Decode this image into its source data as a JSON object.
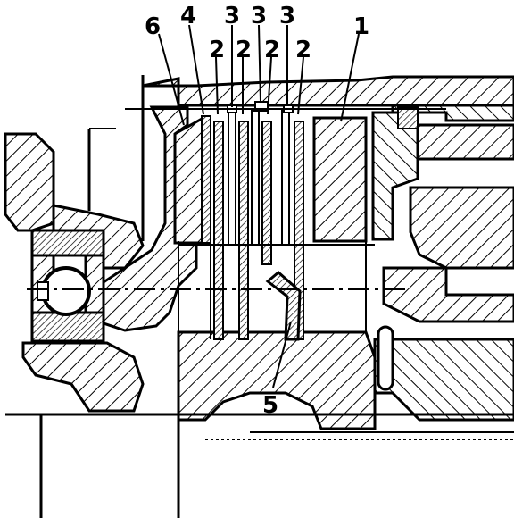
{
  "figure": {
    "callouts": {
      "label_1": "1",
      "label_2a": "2",
      "label_2b": "2",
      "label_2c": "2",
      "label_2d": "2",
      "label_3a": "3",
      "label_3b": "3",
      "label_3c": "3",
      "label_4": "4",
      "label_5": "5",
      "label_6": "6"
    }
  }
}
